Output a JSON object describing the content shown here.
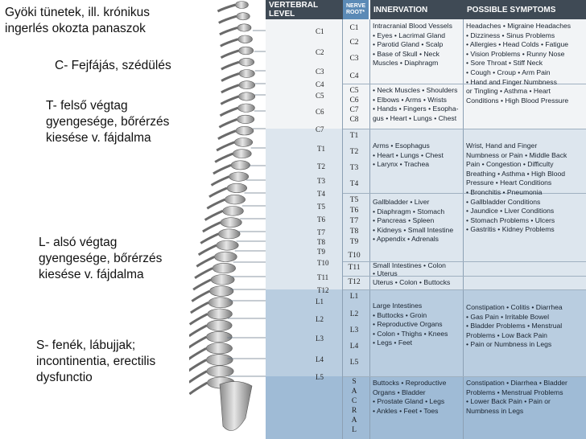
{
  "left_notes": [
    "Gyöki tünetek, ill. krónikus\ningerlés okozta panaszok",
    "C- Fejfájás, szédülés",
    "T- felső végtag\ngyengesége, bőrérzés\nkiesése v. fájdalma",
    "L- alsó végtag\ngyengesége, bőrérzés\nkiesése v. fájdalma",
    "S- fenék, lábujjak;\nincontinentia, erectilis\ndysfunctio"
  ],
  "headers": {
    "vertebral": "VERTEBRAL LEVEL",
    "nerve_root": "NERVE\nROOT*",
    "innervation": "INNERVATION",
    "symptoms": "POSSIBLE SYMPTOMS"
  },
  "vertebral_labels": [
    "C1",
    "C2",
    "C3",
    "C4",
    "C5",
    "C6",
    "C7",
    "T1",
    "T2",
    "T3",
    "T4",
    "T5",
    "T6",
    "T7",
    "T8",
    "T9",
    "T10",
    "T11",
    "T12",
    "L1",
    "L2",
    "L3",
    "L4",
    "L5"
  ],
  "nerve_roots": [
    "C1",
    "C2",
    "C3",
    "C4",
    "C5",
    "C6",
    "C7",
    "C8",
    "T1",
    "T2",
    "T3",
    "T4",
    "T5",
    "T6",
    "T7",
    "T8",
    "T9",
    "T10",
    "T11",
    "T12",
    "L1",
    "L2",
    "L3",
    "L4",
    "L5",
    "S",
    "A",
    "C",
    "R",
    "A",
    "L"
  ],
  "innervation": [
    "Intracranial Blood Vessels\n• Eyes • Lacrimal Gland\n• Parotid Gland • Scalp\n• Base of Skull • Neck\nMuscles • Diaphragm",
    "• Neck Muscles • Shoulders\n• Elbows • Arms • Wrists\n• Hands • Fingers • Esopha-\ngus • Heart • Lungs • Chest",
    "Arms • Esophagus\n• Heart • Lungs • Chest\n• Larynx • Trachea",
    "Gallbladder • Liver\n• Diaphragm • Stomach\n• Pancreas • Spleen\n• Kidneys • Small Intestine\n• Appendix • Adrenals",
    "Small Intestines • Colon\n• Uterus",
    "Uterus • Colon • Buttocks",
    "Large Intestines\n• Buttocks • Groin\n• Reproductive Organs\n• Colon • Thighs • Knees\n• Legs • Feet",
    "Buttocks • Reproductive\nOrgans • Bladder\n• Prostate Gland • Legs\n• Ankles • Feet • Toes"
  ],
  "symptoms": [
    "Headaches • Migraine Headaches\n• Dizziness • Sinus Problems\n• Allergies • Head Colds • Fatigue\n• Vision Problems • Runny Nose\n• Sore Throat • Stiff Neck\n• Cough • Croup • Arm Pain\n• Hand and Finger Numbness\nor Tingling • Asthma • Heart\nConditions • High Blood Pressure",
    "Wrist, Hand and Finger\nNumbness or Pain • Middle Back\nPain • Congestion • Difficulty\nBreathing • Asthma • High Blood\nPressure • Heart Conditions\n• Bronchitis • Pneumonia\n• Gallbladder Conditions\n• Jaundice • Liver Conditions\n• Stomach Problems • Ulcers\n• Gastritis • Kidney Problems",
    "Constipation • Colitis • Diarrhea\n• Gas Pain • Irritable Bowel\n• Bladder Problems • Menstrual\nProblems • Low Back Pain\n• Pain or Numbness in Legs",
    "Constipation • Diarrhea • Bladder\nProblems • Menstrual Problems\n• Lower Back Pain • Pain or\nNumbness in Legs"
  ],
  "colors": {
    "header_bg": "#3f4a55",
    "cervical_band": "#f2f4f6",
    "thoracic_band": "#dde6ee",
    "lumbar_band": "#b9cde0",
    "sacral_band": "#9fbbd6",
    "bone": "#c9c9c9"
  }
}
